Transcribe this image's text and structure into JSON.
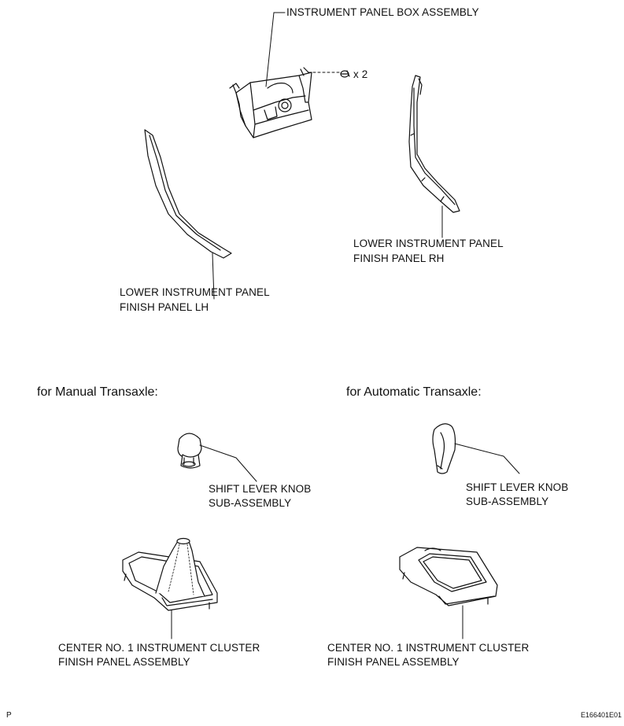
{
  "labels": {
    "instrument_panel_box": "INSTRUMENT PANEL BOX ASSEMBLY",
    "screw_qty": "x 2",
    "lower_panel_lh_1": "LOWER INSTRUMENT PANEL",
    "lower_panel_lh_2": "FINISH PANEL LH",
    "lower_panel_rh_1": "LOWER INSTRUMENT PANEL",
    "lower_panel_rh_2": "FINISH PANEL RH",
    "shift_knob_mt_1": "SHIFT LEVER KNOB",
    "shift_knob_mt_2": "SUB-ASSEMBLY",
    "shift_knob_at_1": "SHIFT LEVER KNOB",
    "shift_knob_at_2": "SUB-ASSEMBLY",
    "cluster_mt_1": "CENTER NO. 1 INSTRUMENT CLUSTER",
    "cluster_mt_2": "FINISH PANEL ASSEMBLY",
    "cluster_at_1": "CENTER NO. 1 INSTRUMENT CLUSTER",
    "cluster_at_2": "FINISH PANEL ASSEMBLY"
  },
  "headings": {
    "manual": "for Manual Transaxle:",
    "automatic": "for Automatic Transaxle:"
  },
  "footer": {
    "left_mark": "P",
    "figure_id": "E166401E01"
  }
}
